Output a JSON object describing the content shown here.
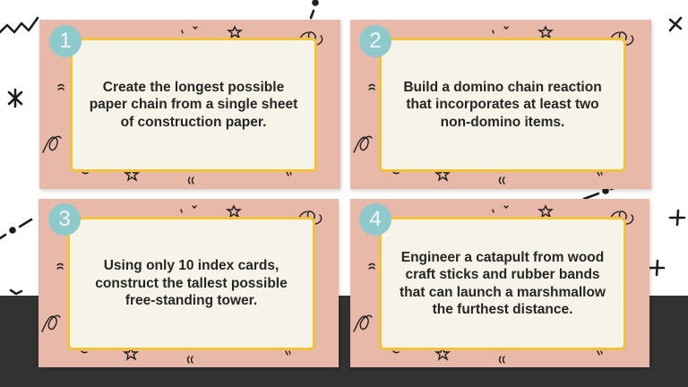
{
  "colors": {
    "background": "#ffffff",
    "dark_band": "#323232",
    "card_frame": "#e8b9a8",
    "card_panel": "#f6f3e8",
    "panel_border": "#f2c23a",
    "badge": "#8ec9cc",
    "badge_text": "#f4f7f7",
    "prompt_text": "#262626",
    "doodle_ink": "#1e1e1e"
  },
  "cards": [
    {
      "number": "1",
      "text": "Create the longest possible paper chain from a single sheet of construction paper."
    },
    {
      "number": "2",
      "text": "Build a domino chain reaction that incorporates at least two non-domino items."
    },
    {
      "number": "3",
      "text": "Using only 10 index cards, construct the tallest possible free-standing tower."
    },
    {
      "number": "4",
      "text": "Engineer a catapult from wood craft sticks and rubber bands that can launch a marshmallow the furthest distance."
    }
  ],
  "decorations": {
    "card_doodles": [
      "squiggle-icon",
      "star-icon",
      "loop-icon",
      "tick-icon",
      "quote-mark-icon"
    ],
    "background_doodles": [
      "zigzag-icon",
      "asterisk-icon",
      "dash-dot-line-icon",
      "cross-icon",
      "plus-icon"
    ]
  }
}
